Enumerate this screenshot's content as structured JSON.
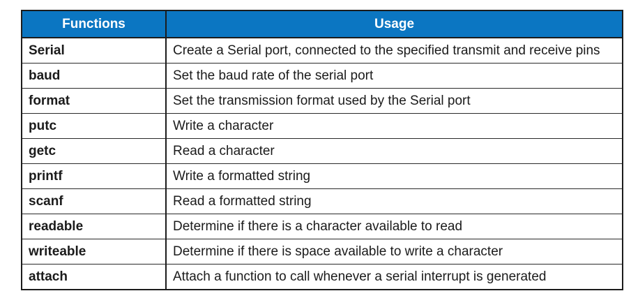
{
  "table": {
    "headers": [
      {
        "label": "Functions"
      },
      {
        "label": "Usage"
      }
    ],
    "rows": [
      {
        "function": "Serial",
        "usage": "Create a Serial port, connected to the specified transmit and receive pins"
      },
      {
        "function": "baud",
        "usage": "Set the baud rate of the serial port"
      },
      {
        "function": "format",
        "usage": "Set the transmission format used by the Serial port"
      },
      {
        "function": "putc",
        "usage": "Write a character"
      },
      {
        "function": "getc",
        "usage": "Read a character"
      },
      {
        "function": "printf",
        "usage": "Write a formatted string"
      },
      {
        "function": "scanf",
        "usage": "Read a formatted string"
      },
      {
        "function": "readable",
        "usage": "Determine if there is a character available to read"
      },
      {
        "function": "writeable",
        "usage": "Determine if there is space available to write a character"
      },
      {
        "function": "attach",
        "usage": "Attach a function to call whenever a serial interrupt is generated"
      }
    ],
    "colors": {
      "header_bg": "#0b76c2",
      "header_text": "#ffffff",
      "border": "#1c1c1c",
      "body_text": "#1b1b1b",
      "background": "#ffffff"
    }
  }
}
